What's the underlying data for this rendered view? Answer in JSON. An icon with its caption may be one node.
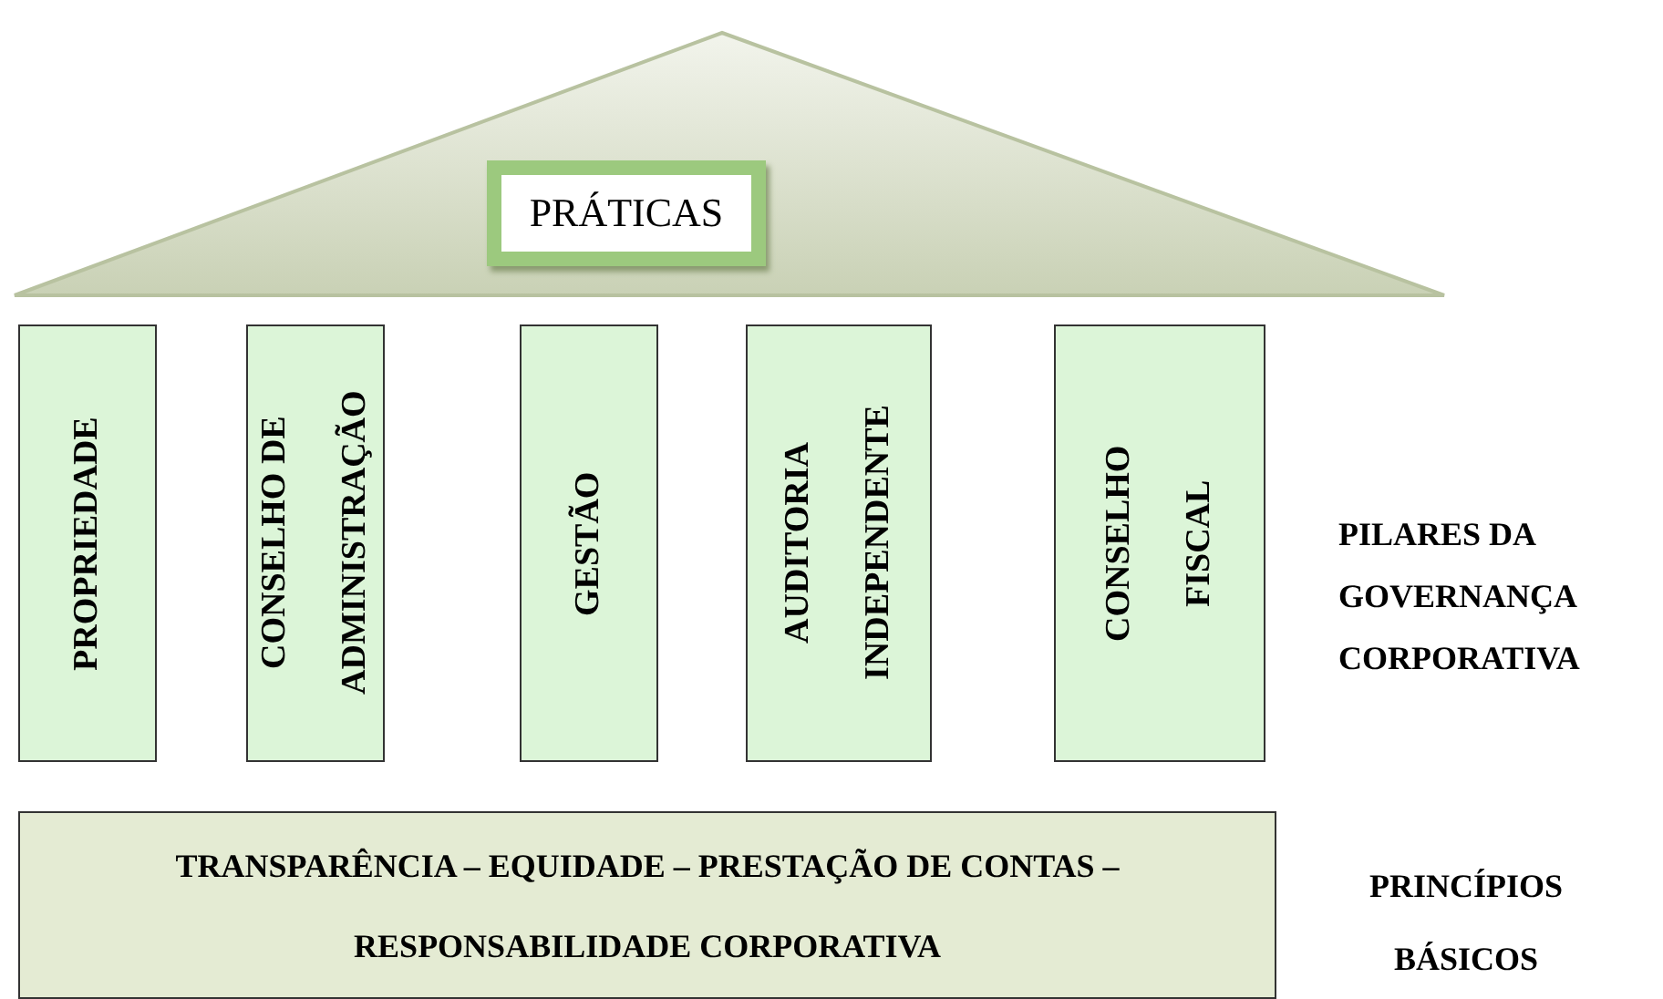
{
  "diagram": {
    "nodes": [
      {
        "text": [],
        "shape": "triangle"
      },
      {
        "text": [
          "PRÁTICAS"
        ],
        "in": 0
      },
      {
        "text": [
          "PROPRIEDADE"
        ]
      },
      {
        "text": [
          "CONSELHO DE ADMINISTRAÇÃO"
        ]
      },
      {
        "text": [
          "GESTÃO"
        ]
      },
      {
        "text": [
          "AUDITORIA INDEPENDENTE"
        ]
      },
      {
        "text": [
          "CONSELHO FISCAL"
        ]
      },
      {
        "text": [
          "TRANSPARÊNCIA – EQUIDADE – PRESTAÇÃO DE CONTAS – RESPONSABILIDADE CORPORATIVA"
        ]
      }
    ],
    "edges": [],
    "labels": [
      "PILARES DA GOVERNANÇA CORPORATIVA",
      "PRINCÍPIOS BÁSICOS"
    ]
  }
}
